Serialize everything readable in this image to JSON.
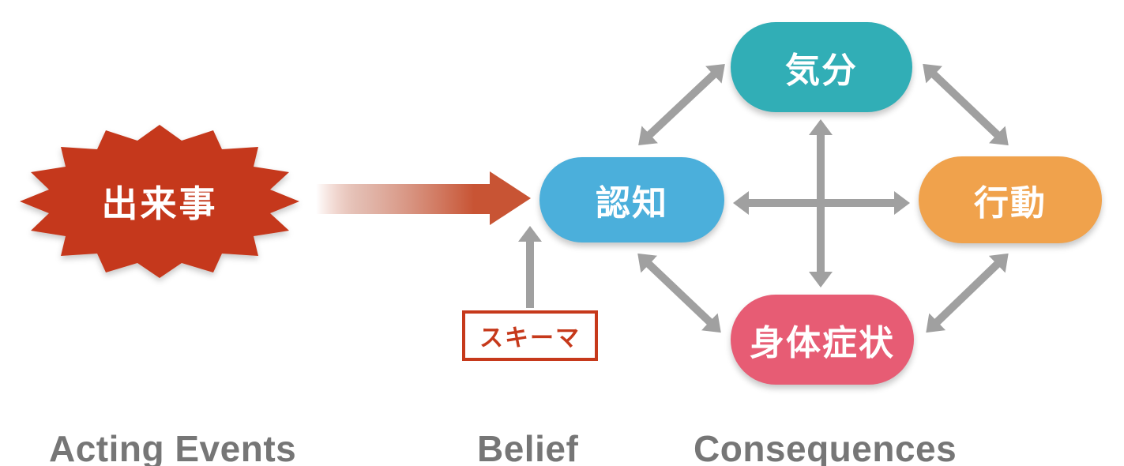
{
  "diagram": {
    "title_implicit": "ABC cognitive model diagram",
    "event": {
      "label": "出来事",
      "shape": "starburst",
      "color": "#C5391B",
      "text_color": "#FFFFFF"
    },
    "main_arrow": {
      "style": "gradient",
      "from_color": "#FFFFFF",
      "to_color": "#C85434",
      "direction": "right"
    },
    "nodes": {
      "cognition": {
        "label": "認知",
        "color": "#4BAFDB",
        "text_color": "#FFFFFF"
      },
      "mood": {
        "label": "気分",
        "color": "#31AEB6",
        "text_color": "#FFFFFF"
      },
      "behavior": {
        "label": "行動",
        "color": "#F0A24C",
        "text_color": "#FFFFFF"
      },
      "physical_symptoms": {
        "label": "身体症状",
        "color": "#E75C74",
        "text_color": "#FFFFFF"
      }
    },
    "schema": {
      "label": "スキーマ",
      "border_color": "#C6391B",
      "text_color": "#C6391B",
      "background": "#FFFFFF"
    },
    "connections": {
      "color": "#A0A0A0",
      "list": [
        {
          "from": "cognition",
          "to": "mood",
          "bidirectional": true
        },
        {
          "from": "mood",
          "to": "behavior",
          "bidirectional": true
        },
        {
          "from": "behavior",
          "to": "physical_symptoms",
          "bidirectional": true
        },
        {
          "from": "physical_symptoms",
          "to": "cognition",
          "bidirectional": true
        },
        {
          "from": "cognition",
          "to": "behavior",
          "bidirectional": true
        },
        {
          "from": "mood",
          "to": "physical_symptoms",
          "bidirectional": true
        },
        {
          "from": "schema",
          "to": "cognition",
          "bidirectional": false
        },
        {
          "from": "event",
          "to": "cognition",
          "bidirectional": false
        }
      ]
    },
    "captions": {
      "acting_events": "Acting Events",
      "belief": "Belief",
      "consequences": "Consequences",
      "color": "#767676"
    }
  }
}
